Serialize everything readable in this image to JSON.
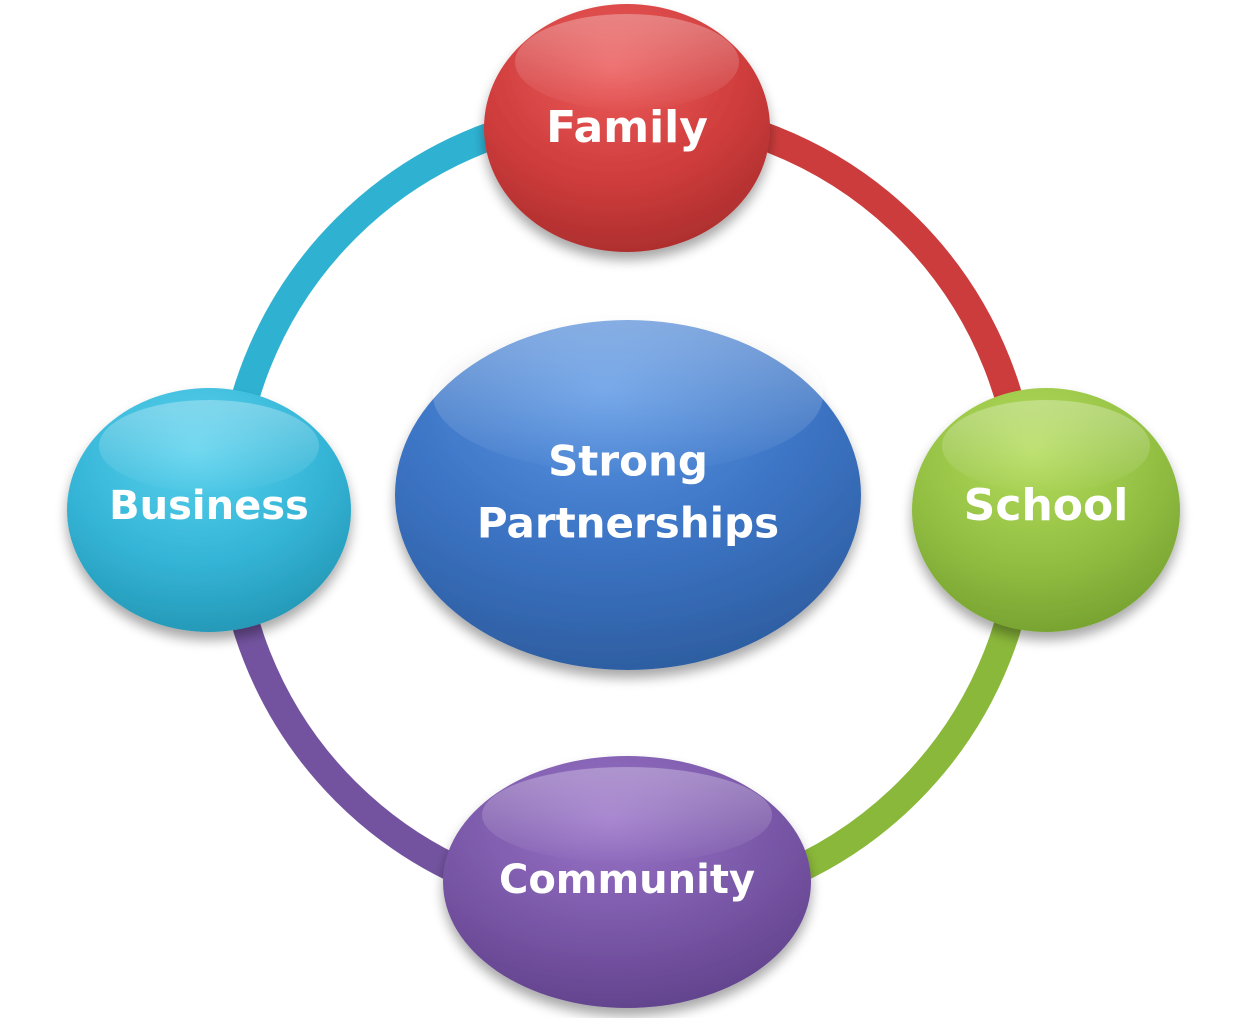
{
  "center": {
    "line1": "Strong",
    "line2": "Partnerships",
    "color": "#3c74c4"
  },
  "nodes": {
    "family": {
      "label": "Family",
      "color": "#c83a3a"
    },
    "school": {
      "label": "School",
      "color": "#8cb83c"
    },
    "community": {
      "label": "Community",
      "color": "#7654a4"
    },
    "business": {
      "label": "Business",
      "color": "#2eaed0"
    }
  },
  "arcs": {
    "family_to_school": "#cc3c3c",
    "school_to_community": "#8ab83a",
    "community_to_business": "#73539f",
    "business_to_family": "#2fb2d2"
  }
}
